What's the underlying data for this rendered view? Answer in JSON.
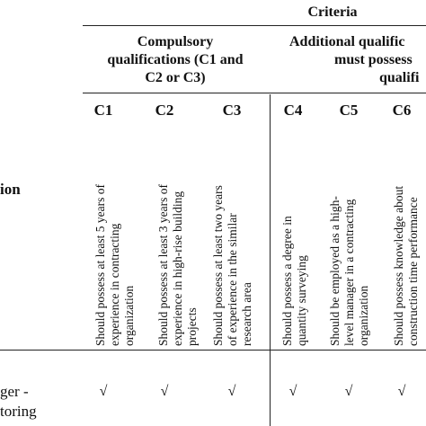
{
  "header": {
    "criteria": "Criteria",
    "compulsory_line1": "Compulsory",
    "compulsory_line2": "qualifications (C1 and",
    "compulsory_line3": "C2 or C3)",
    "additional_line1": "Additional qualific",
    "additional_line2": "must possess",
    "additional_line3": "qualifi"
  },
  "row_label_fragment": "ion",
  "columns": [
    {
      "code": "C1",
      "lines": [
        "Should possess at least 5 years of",
        "experience in contracting",
        "organization"
      ]
    },
    {
      "code": "C2",
      "lines": [
        "Should possess at least 3 years of",
        "experience in high-rise building",
        "projects"
      ]
    },
    {
      "code": "C3",
      "lines": [
        "Should possess at least two years",
        "of experience in the similar",
        "research area"
      ]
    },
    {
      "code": "C4",
      "lines": [
        "Should possess a degree in",
        "quantity surveying"
      ]
    },
    {
      "code": "C5",
      "lines": [
        "Should be employed as a high-",
        "level manager in a contracting",
        "organization"
      ]
    },
    {
      "code": "C6",
      "lines": [
        "Should possess knowledge about",
        "construction time performance"
      ]
    }
  ],
  "data_row": {
    "label_line1": "ger -",
    "label_line2": "toring",
    "marks": [
      "√",
      "√",
      "√",
      "√",
      "√",
      "√"
    ]
  }
}
